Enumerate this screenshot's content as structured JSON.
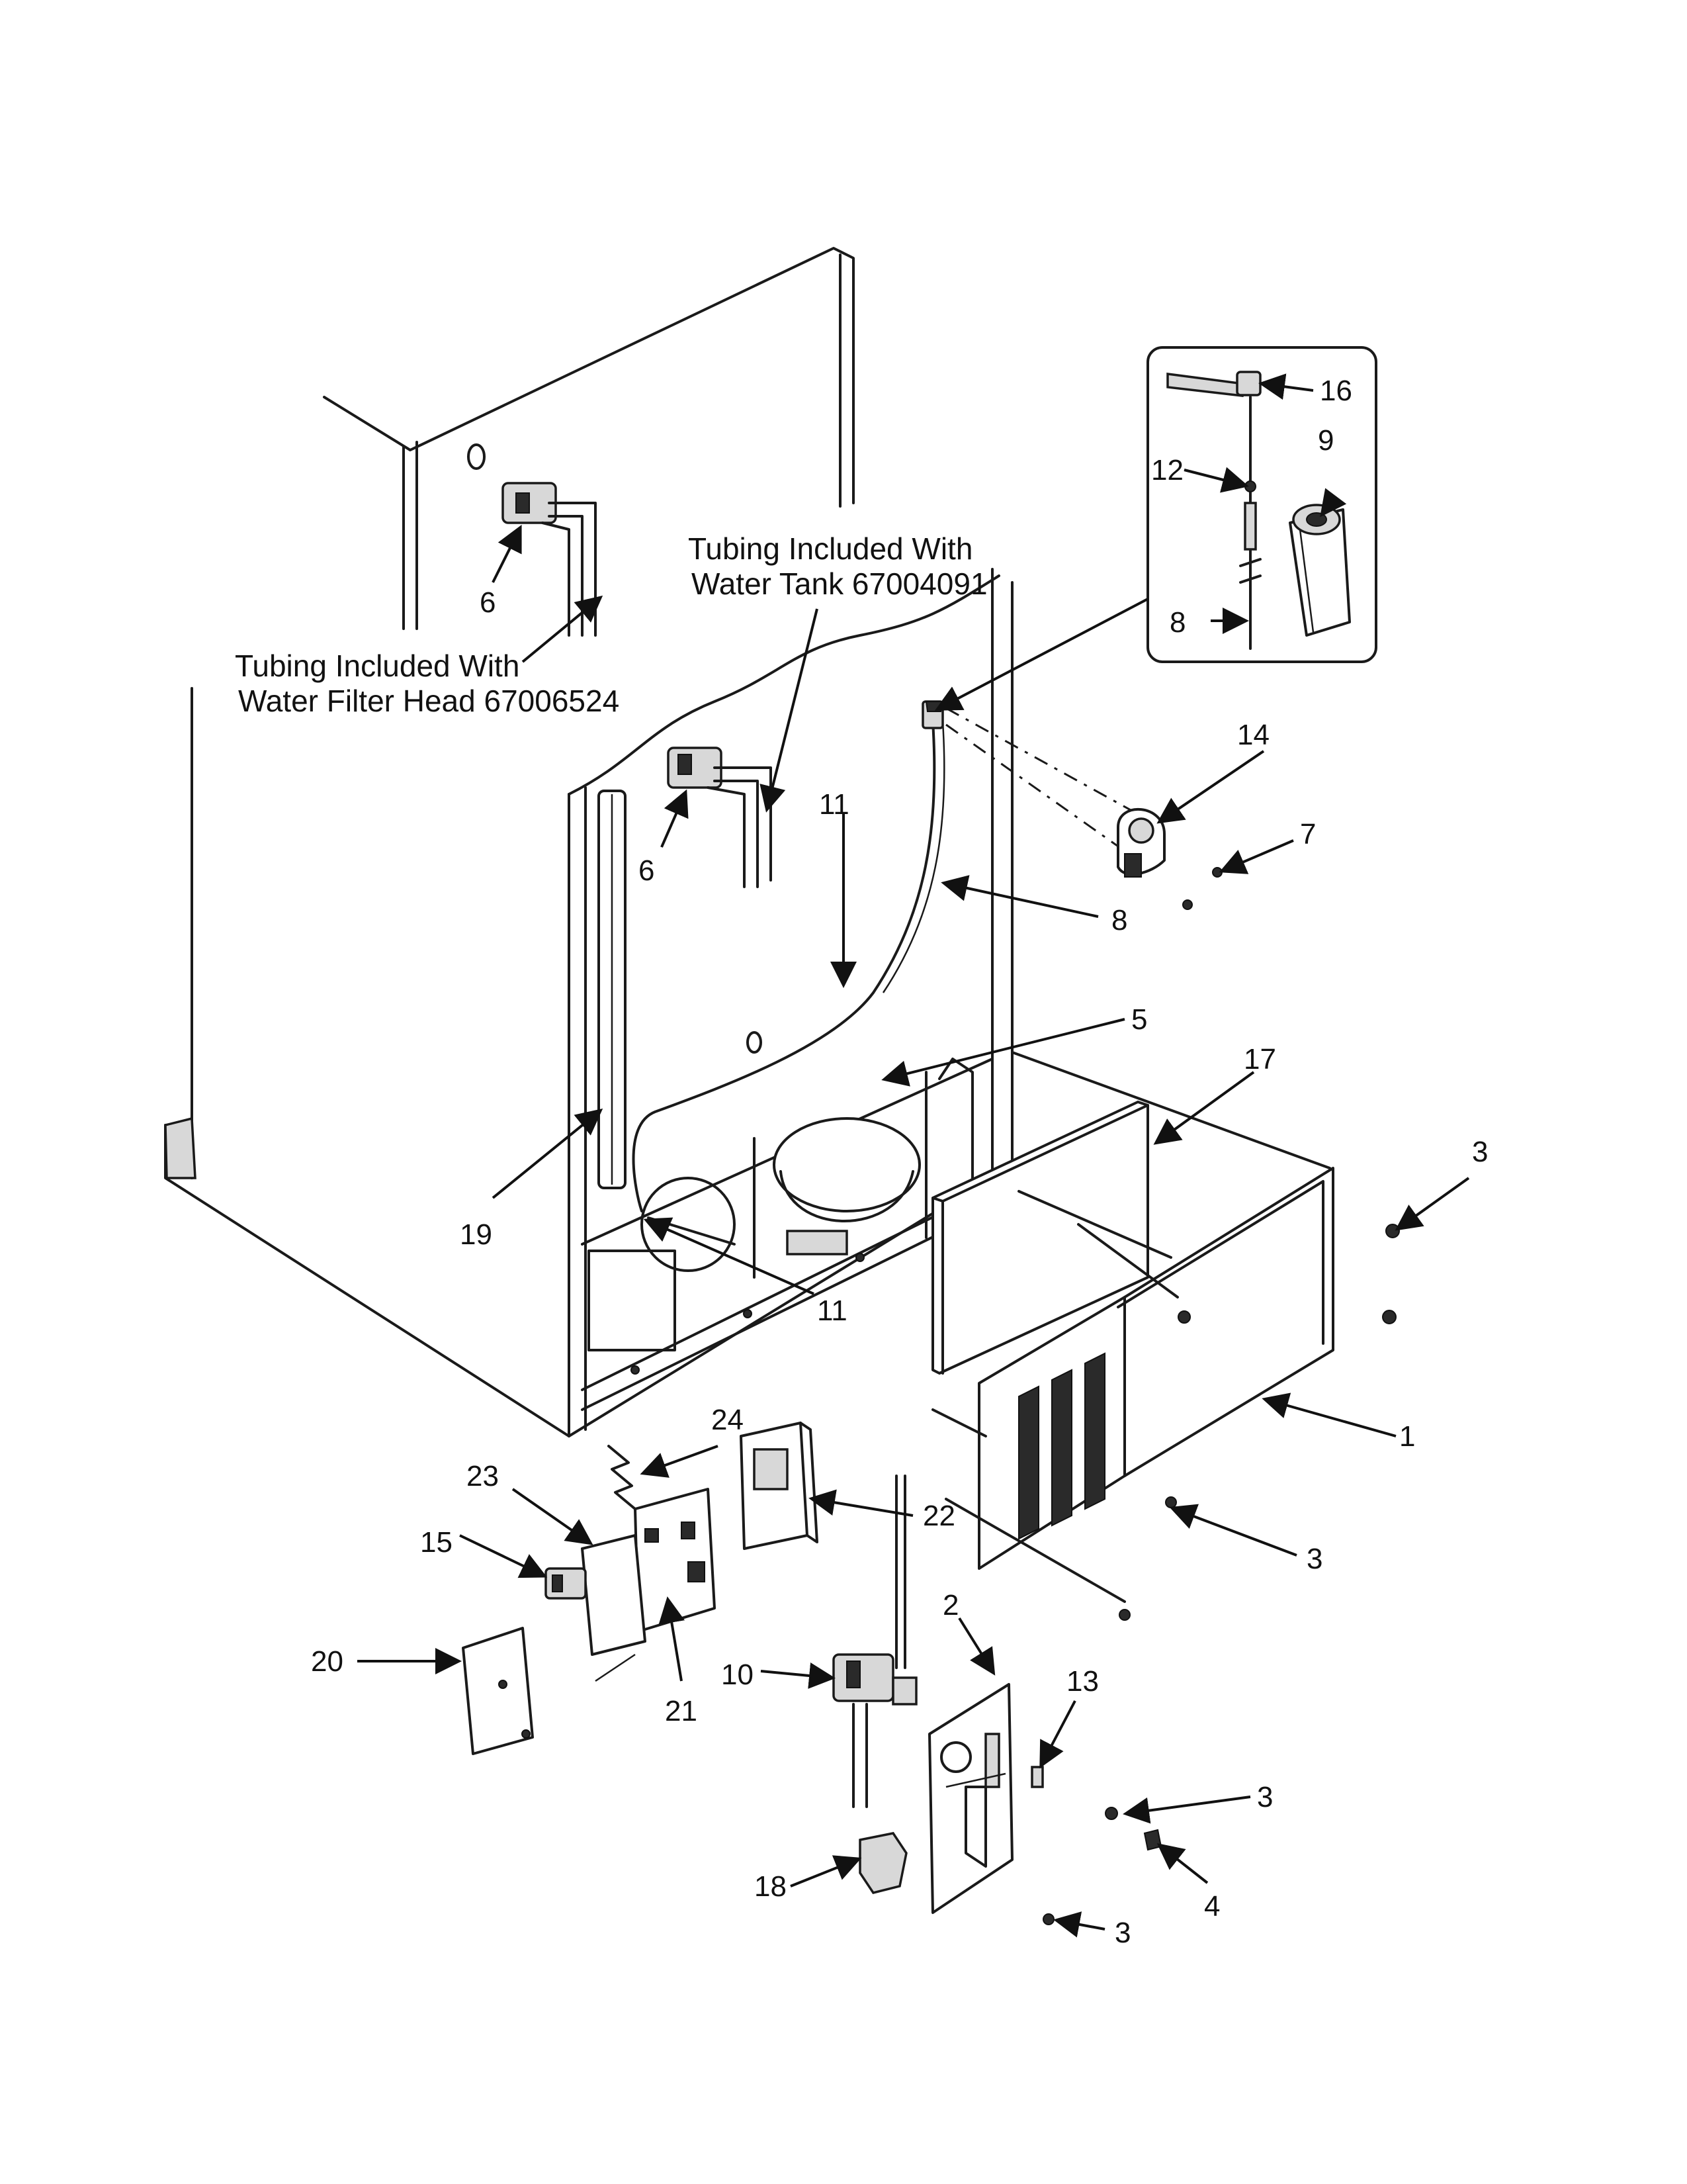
{
  "notes": {
    "filter_head_line1": "Tubing Included With",
    "filter_head_line2": "Water Filter Head 67006524",
    "water_tank_line1": "Tubing Included With",
    "water_tank_line2": "Water Tank 67004091"
  },
  "callouts": {
    "c1": "1",
    "c2": "2",
    "c3a": "3",
    "c3b": "3",
    "c3c": "3",
    "c3d": "3",
    "c4": "4",
    "c5": "5",
    "c6a": "6",
    "c6b": "6",
    "c7": "7",
    "c8a": "8",
    "c8b": "8",
    "c9": "9",
    "c10": "10",
    "c11a": "11",
    "c11b": "11",
    "c12": "12",
    "c13": "13",
    "c14": "14",
    "c15": "15",
    "c16": "16",
    "c17": "17",
    "c18": "18",
    "c19": "19",
    "c20": "20",
    "c21": "21",
    "c22": "22",
    "c23": "23",
    "c24": "24"
  }
}
